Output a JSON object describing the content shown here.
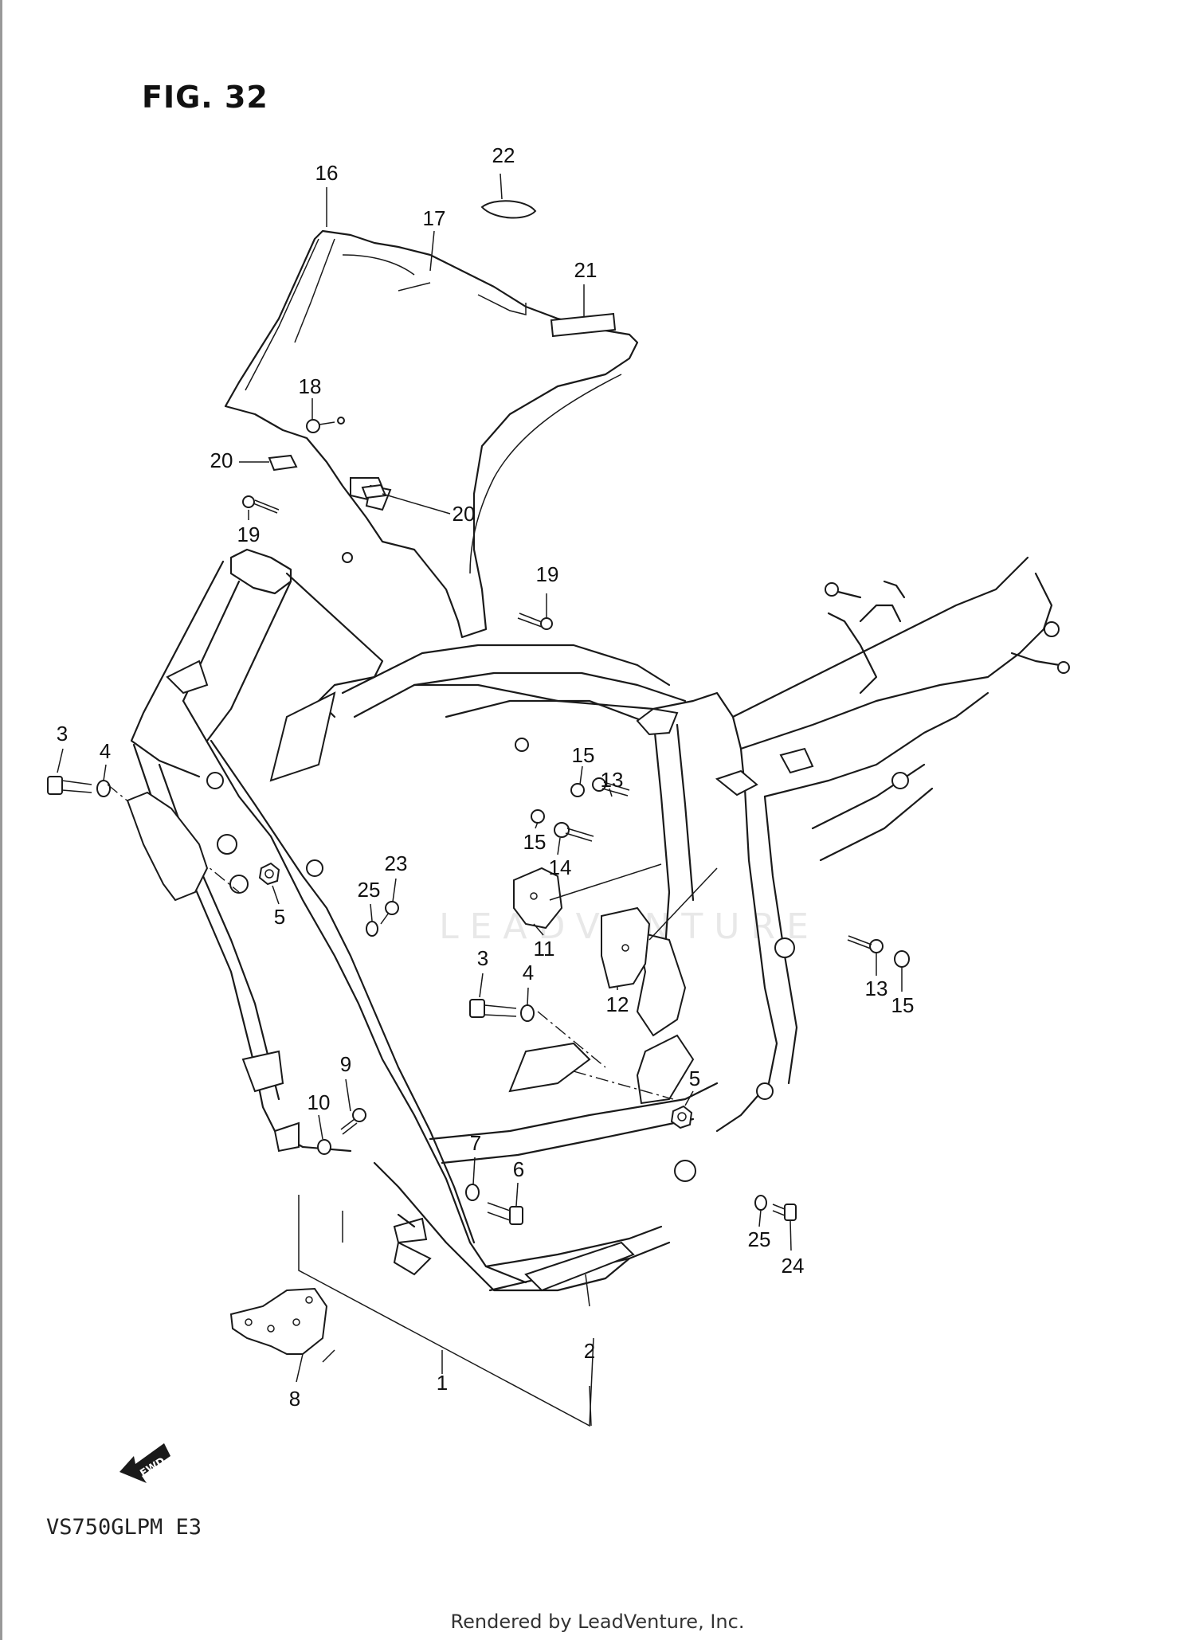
{
  "figure": {
    "title": "FIG. 32"
  },
  "model_code": "VS750GLPM  E3",
  "footer": "Rendered by LeadVenture, Inc.",
  "watermark": "LEADVENTURE",
  "fwd_label": "FWD",
  "callouts": [
    {
      "id": "c16",
      "text": "16"
    },
    {
      "id": "c17",
      "text": "17"
    },
    {
      "id": "c22",
      "text": "22"
    },
    {
      "id": "c21",
      "text": "21"
    },
    {
      "id": "c18",
      "text": "18"
    },
    {
      "id": "c20a",
      "text": "20"
    },
    {
      "id": "c20b",
      "text": "20"
    },
    {
      "id": "c19a",
      "text": "19"
    },
    {
      "id": "c19b",
      "text": "19"
    },
    {
      "id": "c3a",
      "text": "3"
    },
    {
      "id": "c4a",
      "text": "4"
    },
    {
      "id": "c5a",
      "text": "5"
    },
    {
      "id": "c15a",
      "text": "15"
    },
    {
      "id": "c13a",
      "text": "13"
    },
    {
      "id": "c15b",
      "text": "15"
    },
    {
      "id": "c14",
      "text": "14"
    },
    {
      "id": "c23",
      "text": "23"
    },
    {
      "id": "c25a",
      "text": "25"
    },
    {
      "id": "c11",
      "text": "11"
    },
    {
      "id": "c12",
      "text": "12"
    },
    {
      "id": "c3b",
      "text": "3"
    },
    {
      "id": "c4b",
      "text": "4"
    },
    {
      "id": "c13b",
      "text": "13"
    },
    {
      "id": "c15c",
      "text": "15"
    },
    {
      "id": "c5b",
      "text": "5"
    },
    {
      "id": "c9",
      "text": "9"
    },
    {
      "id": "c10",
      "text": "10"
    },
    {
      "id": "c7",
      "text": "7"
    },
    {
      "id": "c6",
      "text": "6"
    },
    {
      "id": "c25b",
      "text": "25"
    },
    {
      "id": "c24",
      "text": "24"
    },
    {
      "id": "c1",
      "text": "1"
    },
    {
      "id": "c2",
      "text": "2"
    },
    {
      "id": "c8",
      "text": "8"
    }
  ]
}
